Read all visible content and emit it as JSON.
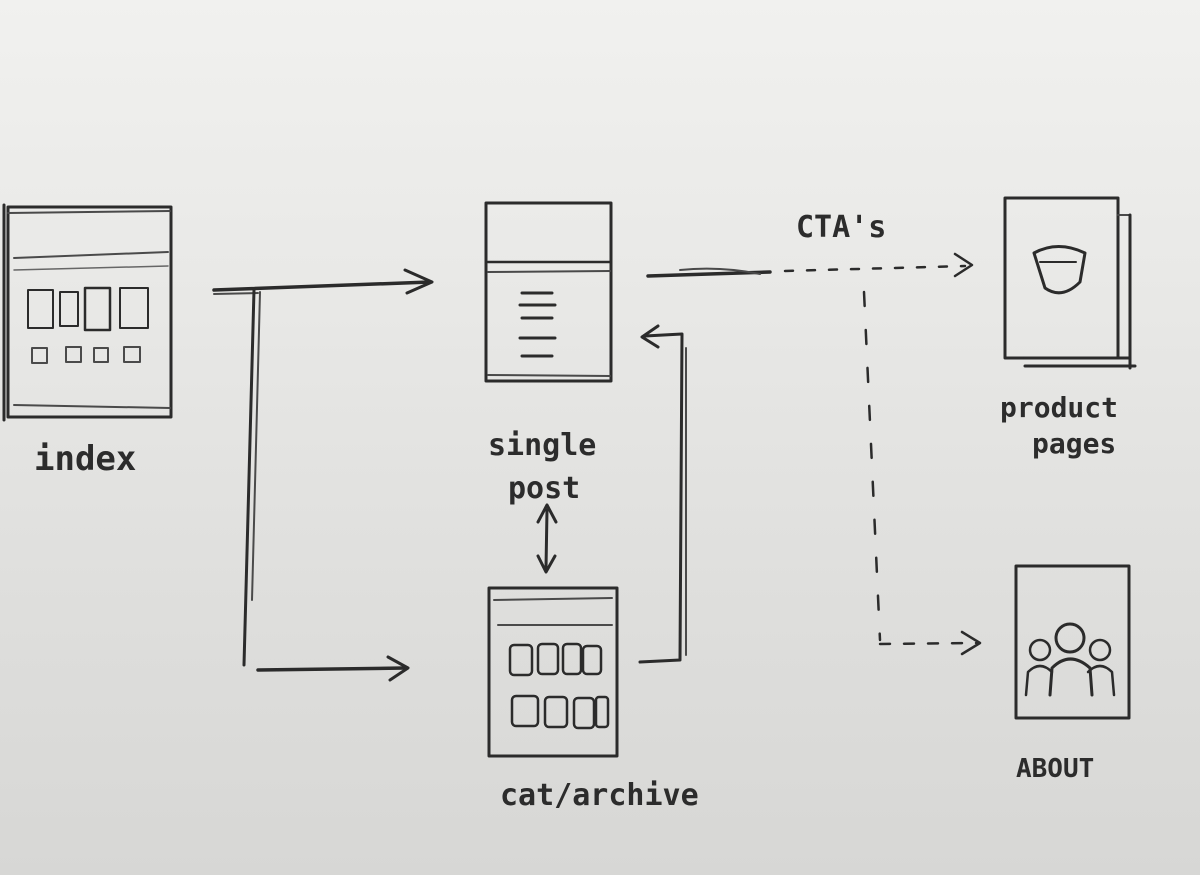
{
  "nodes": {
    "index": {
      "label": "index"
    },
    "single_post": {
      "label_line1": "single",
      "label_line2": "post"
    },
    "cat_archive": {
      "label": "cat/archive"
    },
    "product_pages": {
      "label_line1": "product",
      "label_line2": "pages"
    },
    "about": {
      "label": "ABOUT"
    }
  },
  "edges": {
    "cta_label": "CTA's"
  },
  "colors": {
    "ink": "#2b2b2b",
    "paper": "#e8e8e6"
  }
}
